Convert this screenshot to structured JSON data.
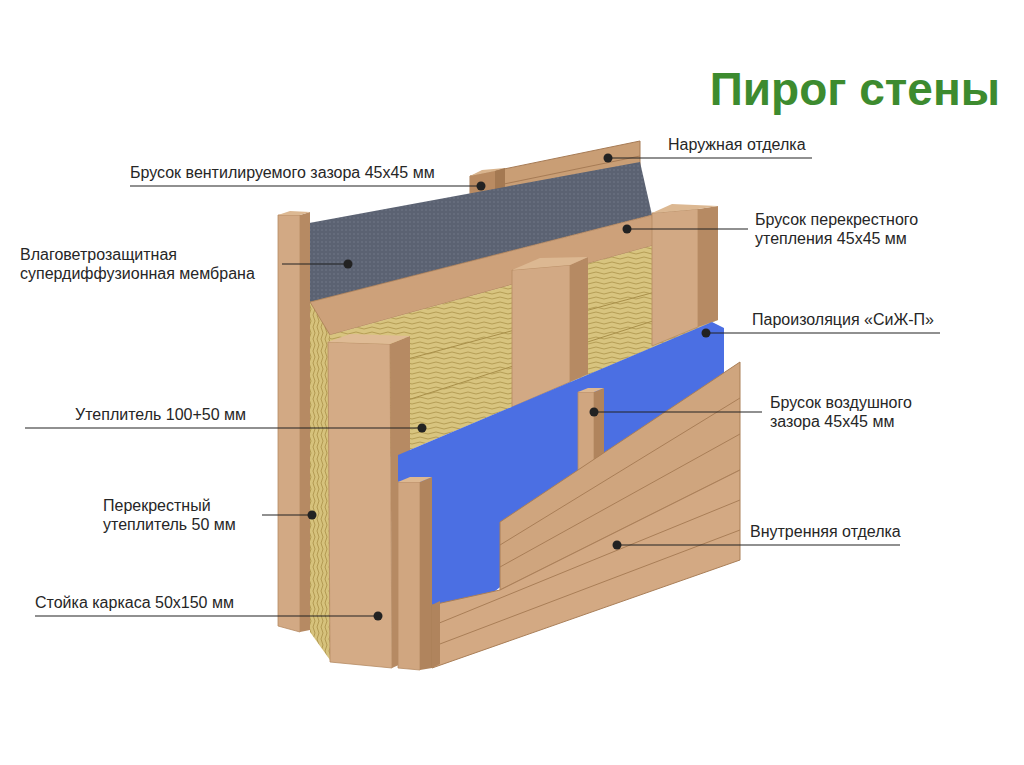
{
  "diagram": {
    "title": "Пирог стены",
    "labels": [
      "Наружная отделка",
      "Брусок вентилируемого зазора 45х45 мм",
      "Влаговетрозащитная супердиффузионная мембрана",
      "Брусок перекрестного утепления 45х45 мм",
      "Пароизоляция «СиЖ-П»",
      "Утеплитель 100+50 мм",
      "Брусок воздушного зазора 45х45 мм",
      "Перекрестный утеплитель 50 мм",
      "Внутренняя отделка",
      "Стойка каркаса 50х150 мм"
    ]
  }
}
